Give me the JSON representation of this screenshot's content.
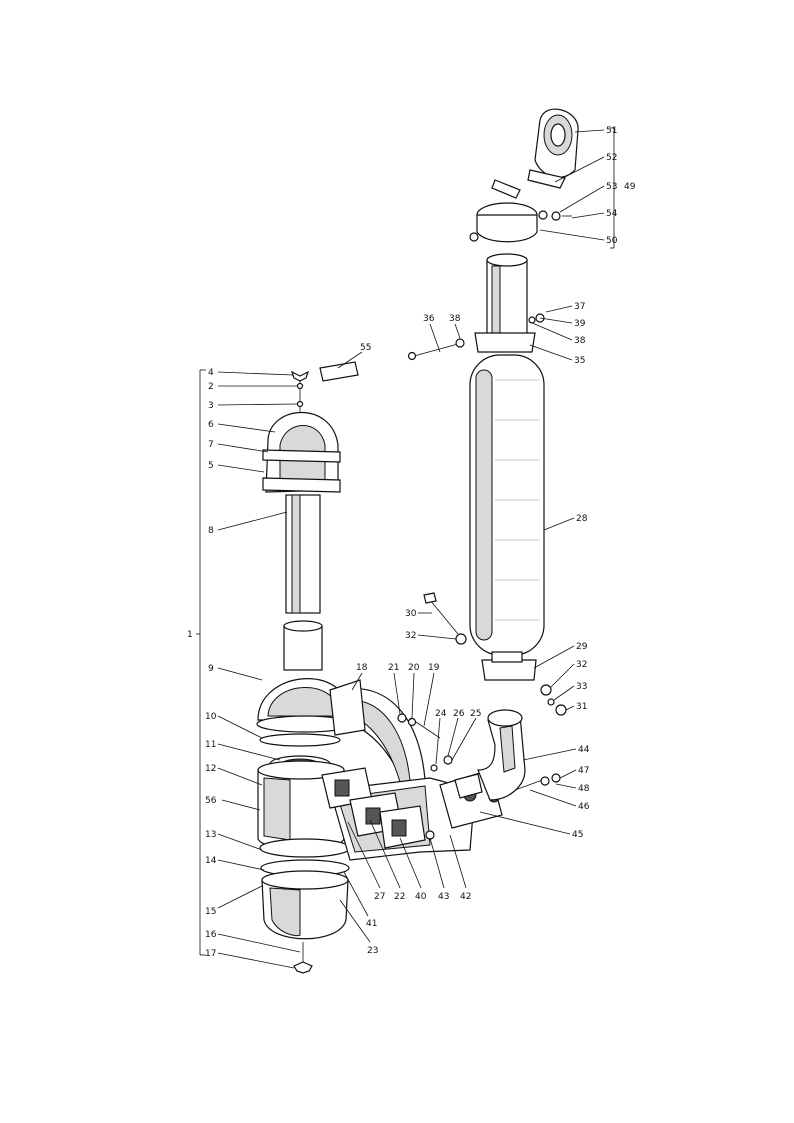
{
  "diagram": {
    "labels_left": [
      "4",
      "2",
      "3",
      "6",
      "7",
      "5",
      "8",
      "9",
      "10",
      "11",
      "12",
      "56",
      "13",
      "14",
      "15",
      "16",
      "17"
    ],
    "labels_middle": [
      "18",
      "21",
      "20",
      "19",
      "24",
      "26",
      "25",
      "27",
      "22",
      "40",
      "43",
      "42",
      "41",
      "23"
    ],
    "labels_right": [
      "51",
      "52",
      "53",
      "54",
      "50",
      "49",
      "37",
      "39",
      "38",
      "35",
      "36",
      "38",
      "28",
      "30",
      "32",
      "29",
      "32",
      "33",
      "31",
      "44",
      "47",
      "48",
      "46",
      "45"
    ],
    "group_labels": [
      "1",
      "55"
    ]
  }
}
